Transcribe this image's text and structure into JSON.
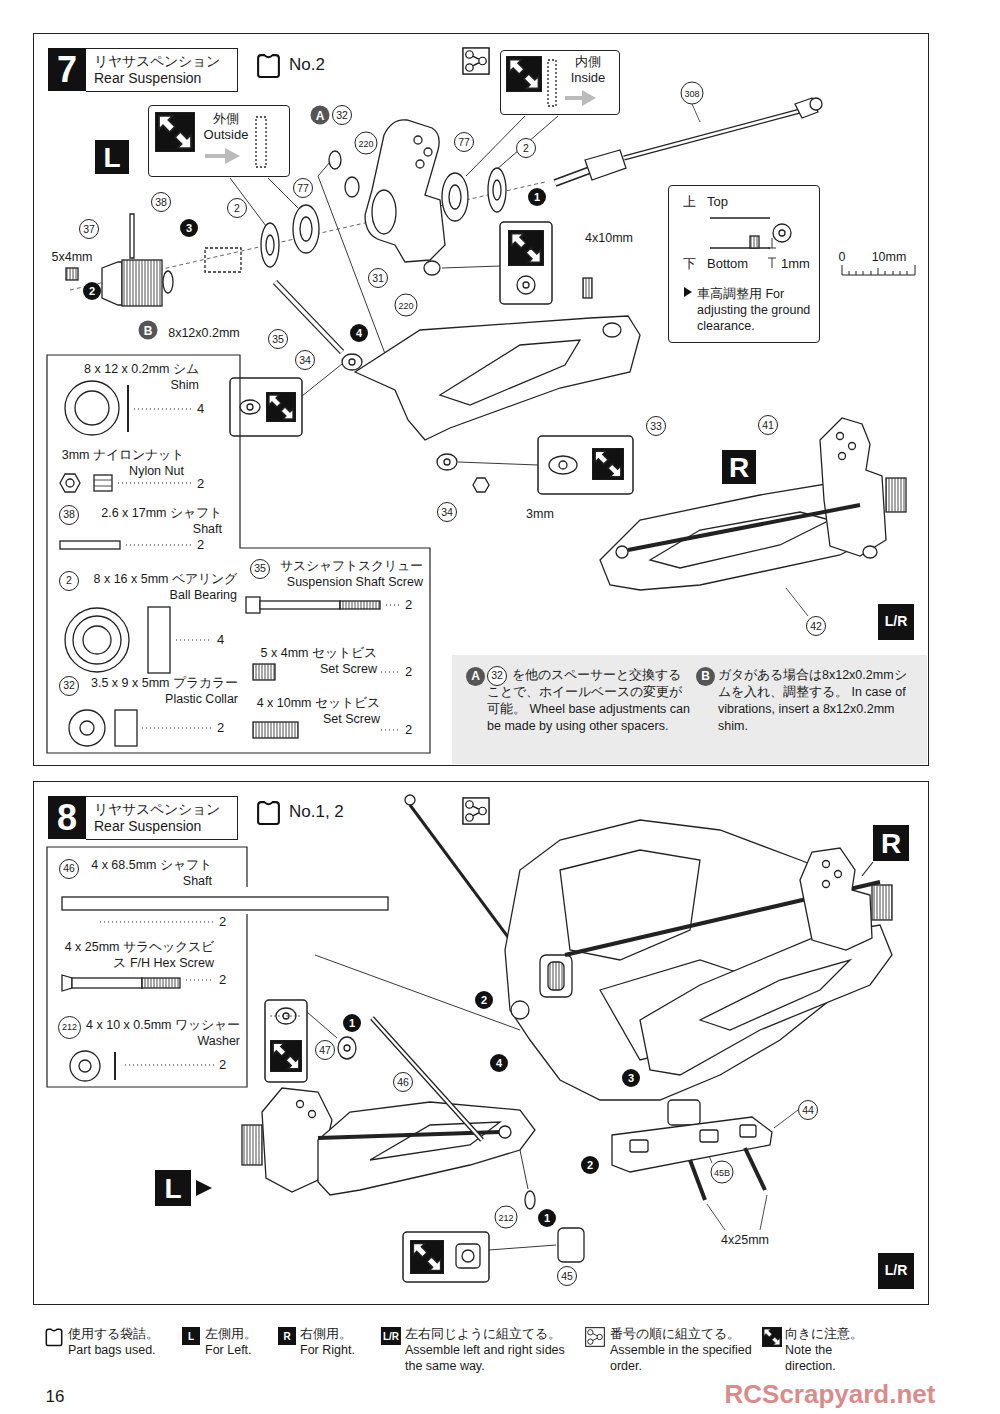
{
  "diagram": {
    "nodes": [
      {
        "text": [
          "7",
          "リヤサスペンション Rear Suspension"
        ]
      },
      {
        "text": [
          "No.2"
        ],
        "in": 0
      },
      {
        "text": [
          "L"
        ],
        "in": 0
      },
      {
        "text": [
          "外側 Outside"
        ],
        "in": 0
      },
      {
        "text": [
          "内側 Inside"
        ],
        "in": 0
      },
      {
        "text": [
          "上",
          "Top",
          "下",
          "Bottom",
          "1mm",
          "車高調整用 For adjusting the ground clearance."
        ],
        "in": 0
      },
      {
        "text": [
          "8 x 12 x 0.2mm シム Shim",
          "4",
          "3mm ナイロンナット Nylon Nut",
          "2",
          "38",
          "2.6 x 17mm シャフト Shaft",
          "2",
          "2",
          "8 x 16 x 5mm ベアリング Ball Bearing",
          "4",
          "32",
          "3.5 x 9 x 5mm プラカラー Plastic Collar",
          "2",
          "35",
          "サスシャフトスクリュー Suspension Shaft Screw",
          "2",
          "5 x 4mm セットビス Set Screw",
          "2",
          "4 x 10mm セットビス Set Screw",
          "2"
        ],
        "in": 0
      },
      {
        "text": [
          "R"
        ],
        "in": 0
      },
      {
        "text": [
          "L/R"
        ],
        "in": 0
      },
      {
        "text": [
          "A",
          "32",
          "を他のスペーサーと交換することで、ホイールベースの変更が可能。 Wheel base adjustments can be made by using other spacers.",
          "B",
          "ガタがある場合は8x12x0.2mmシムを入れ、調整する。 In case of vibrations, insert a 8x12x0.2mm shim."
        ],
        "in": 0
      },
      {
        "text": [
          "8",
          "リヤサスペンション Rear Suspension"
        ]
      },
      {
        "text": [
          "No.1, 2"
        ],
        "in": 10
      },
      {
        "text": [
          "46",
          "4 x 68.5mm シャフト Shaft",
          "2",
          "4 x 25mm サラヘックスビス F/H Hex Screw",
          "2",
          "212",
          "4 x 10 x 0.5mm ワッシャー Washer",
          "2"
        ],
        "in": 10
      },
      {
        "text": [
          "R"
        ],
        "in": 10
      },
      {
        "text": [
          "L"
        ],
        "in": 10
      },
      {
        "text": [
          "L/R"
        ],
        "in": 10
      }
    ],
    "labels": [
      "A",
      "32",
      "220",
      "77",
      "2",
      "1",
      "308",
      "38",
      "37",
      "3",
      "2",
      "77",
      "5x4mm",
      "2",
      "B",
      "8x12x0.2mm",
      "35",
      "4",
      "34",
      "31",
      "220",
      "4x10mm",
      "33",
      "34",
      "3mm",
      "41",
      "42",
      "0",
      "10mm",
      "1",
      "47",
      "46",
      "2",
      "4",
      "3",
      "45B",
      "44",
      "2",
      "4x25mm",
      "212",
      "1",
      "45",
      "L",
      "R",
      "L/R",
      "16",
      "RCScrapyard.net"
    ],
    "legend": [
      {
        "text": "使用する袋詰。 Part bags used."
      },
      {
        "text": "左側用。 For Left."
      },
      {
        "text": "右側用。 For Right."
      },
      {
        "text": "左右同じように組立てる。 Assemble left and right sides the same way."
      },
      {
        "text": "番号の順に組立てる。 Assemble in the specified order."
      },
      {
        "text": "向きに注意。 Note the direction."
      }
    ]
  }
}
